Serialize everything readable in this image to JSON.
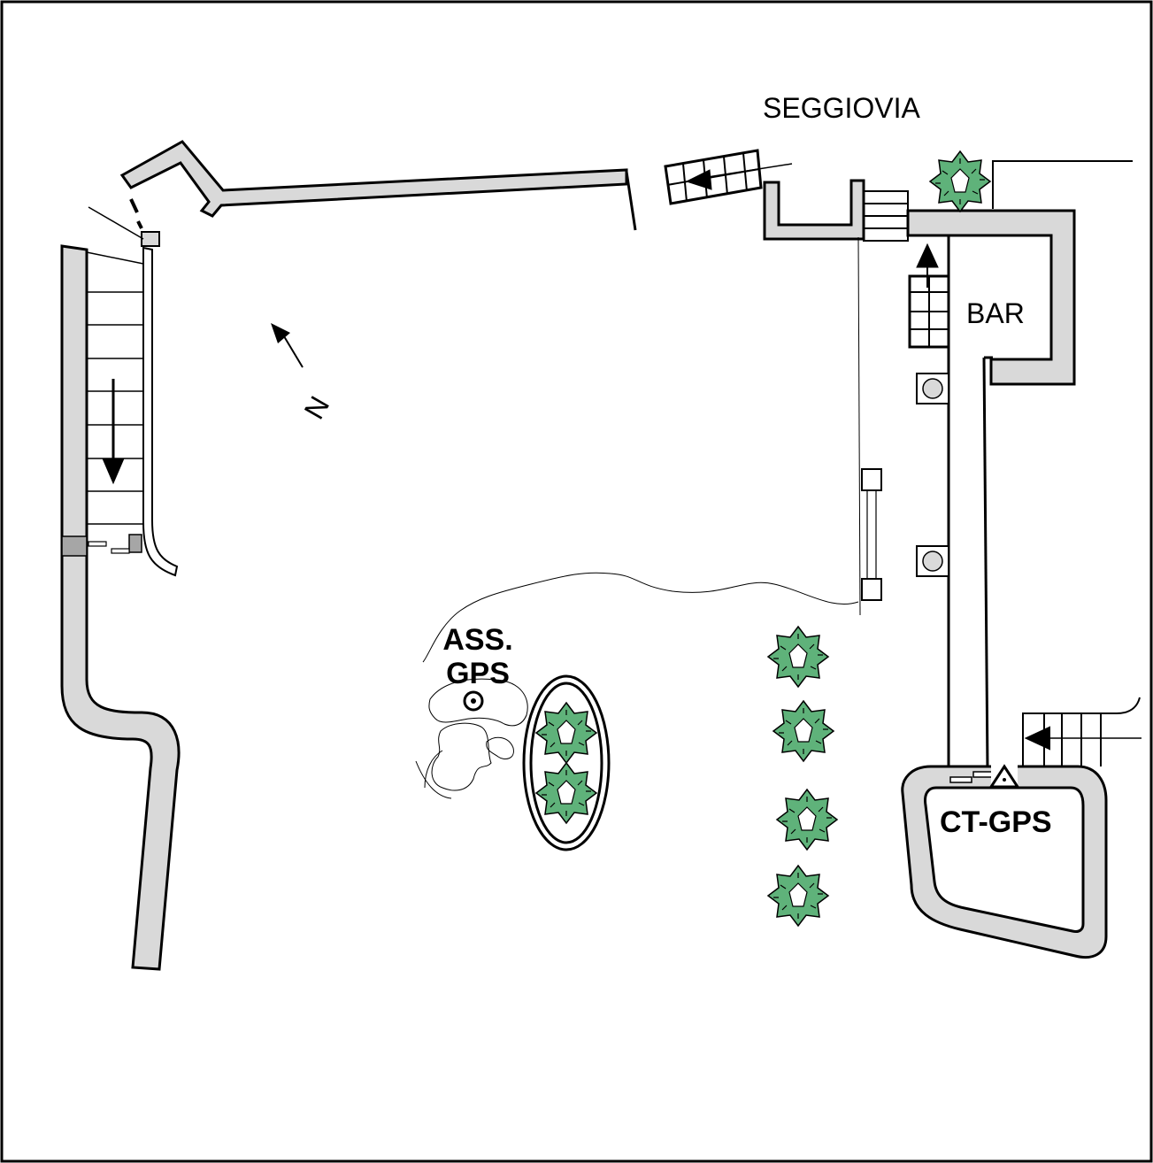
{
  "labels": {
    "seggiovia": "SEGGIOVIA",
    "bar": "BAR",
    "ass_gps_line1": "ASS.",
    "ass_gps_line2": "GPS",
    "ct_gps": "CT-GPS",
    "north": "N"
  },
  "colors": {
    "wall_fill": "#d9d9d9",
    "tree_fill": "#5fb27a",
    "ink": "#000000"
  },
  "icons": {
    "tree": "shrub-icon",
    "gps_point": "survey-point-icon",
    "benchmark": "triangle-benchmark-icon",
    "north_arrow": "north-arrow-icon"
  }
}
